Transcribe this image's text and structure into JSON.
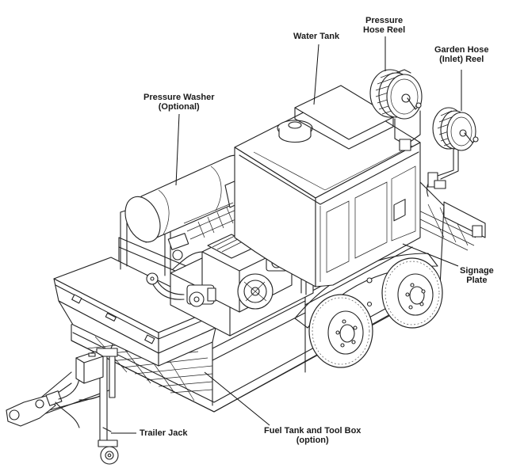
{
  "labels": {
    "water_tank": "Water Tank",
    "pressure_hose_reel": [
      "Pressure",
      "Hose Reel"
    ],
    "garden_hose_reel": [
      "Garden Hose",
      "(Inlet) Reel"
    ],
    "pressure_washer": [
      "Pressure Washer",
      "(Optional)"
    ],
    "signage_plate": [
      "Signage",
      "Plate"
    ],
    "trailer_jack": "Trailer Jack",
    "fuel_tank_tool_box": [
      "Fuel Tank and Tool Box",
      "(option)"
    ]
  },
  "colors": {
    "line": "#222222",
    "text": "#1a1a1a",
    "background": "#ffffff"
  }
}
